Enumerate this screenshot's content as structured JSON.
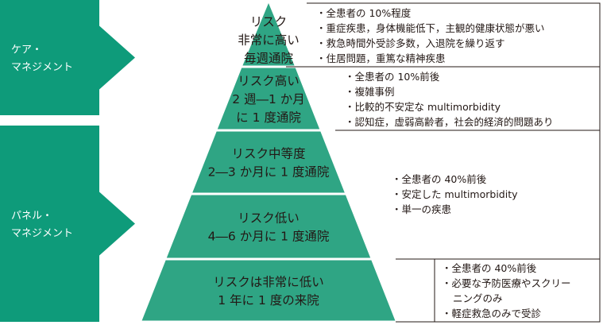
{
  "colors": {
    "arrow": "#0e9b7a",
    "pyramid": "#2fa584",
    "box_border": "#231815"
  },
  "arrows": [
    {
      "lines": [
        "ケア・",
        "マネジメント"
      ]
    },
    {
      "lines": [
        "パネル・",
        "マネジメント"
      ]
    }
  ],
  "tiers": [
    {
      "lines": [
        "リスク",
        "非常に高い",
        "毎週通院"
      ]
    },
    {
      "lines": [
        "リスク高い",
        "2 週―1 か月",
        "に 1 度通院"
      ]
    },
    {
      "lines": [
        "リスク中等度",
        "2―3 か月に 1 度通院"
      ]
    },
    {
      "lines": [
        "リスク低い",
        "4―6 か月に 1 度通院"
      ]
    },
    {
      "lines": [
        "リスクは非常に低い",
        "1 年に 1 度の来院"
      ]
    }
  ],
  "notes": [
    {
      "items": [
        "・全患者の 10%程度",
        "・重症疾患，身体機能低下，主観的健康状態が悪い",
        "・救急時間外受診多数，入退院を繰り返す",
        "・住居問題，重篤な精神疾患"
      ]
    },
    {
      "items": [
        "・全患者の 10%前後",
        "・複雑事例",
        "・比較的不安定な multimorbidity",
        "・認知症，虚弱高齢者，社会的経済的問題あり"
      ]
    },
    {
      "items": [
        "・全患者の 40%前後",
        "・安定した multimorbidity",
        "・単一の疾患"
      ]
    },
    {
      "items": [
        "・全患者の 40%前後",
        "・必要な予防医療やスクリー",
        "ニングのみ",
        "・軽症救急のみで受診"
      ]
    }
  ]
}
